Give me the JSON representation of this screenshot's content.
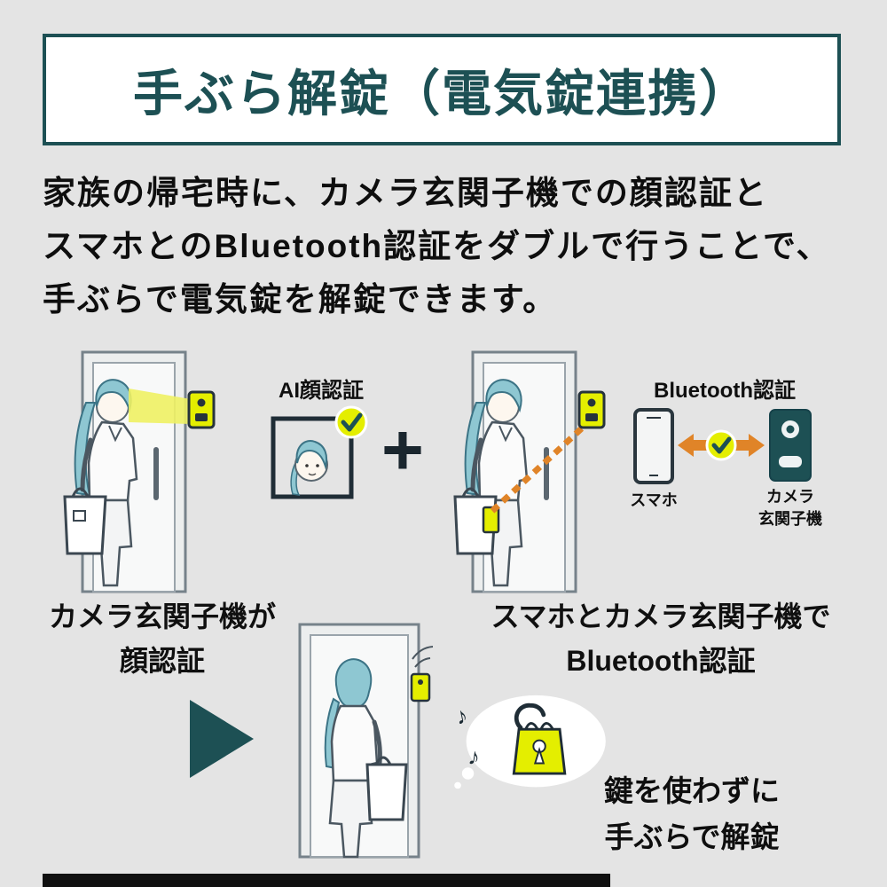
{
  "colors": {
    "background": "#e4e4e4",
    "teal": "#1d5054",
    "yellow": "#e4ee00",
    "orange": "#e08428",
    "text": "#101010"
  },
  "title": {
    "text": "手ぶら解錠（電気錠連携）"
  },
  "description": {
    "line1": "家族の帰宅時に、カメラ玄関子機での顔認証と",
    "line2": "スマホとのBluetooth認証をダブルで行うことで、",
    "line3": "手ぶらで電気錠を解錠できます。"
  },
  "step_face": {
    "badge": "AI顔認証",
    "caption_line1": "カメラ玄関子機が",
    "caption_line2": "顔認証"
  },
  "plus_sign": "+",
  "step_bluetooth": {
    "badge": "Bluetooth認証",
    "phone_label": "スマホ",
    "device_label_line1": "カメラ",
    "device_label_line2": "玄関子機",
    "caption_line1": "スマホとカメラ玄関子機で",
    "caption_line2": "Bluetooth認証"
  },
  "result": {
    "line1": "鍵を使わずに",
    "line2": "手ぶらで解錠",
    "note_glyph": "♪"
  }
}
